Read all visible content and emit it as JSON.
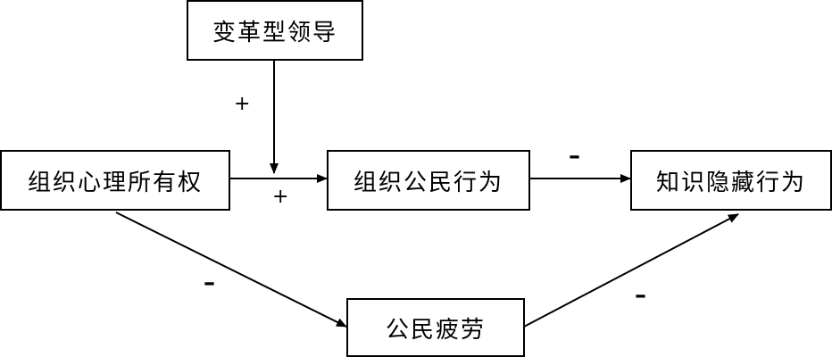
{
  "nodes": {
    "transformational_leadership": "变革型领导",
    "psychological_ownership": "组织心理所有权",
    "ocb": "组织公民行为",
    "knowledge_hiding": "知识隐藏行为",
    "citizenship_fatigue": "公民疲劳"
  },
  "edges": [
    {
      "from": "psychological_ownership",
      "to": "ocb",
      "sign": "+"
    },
    {
      "from": "transformational_leadership",
      "to": "psychological_ownership-ocb-path",
      "sign": "+"
    },
    {
      "from": "ocb",
      "to": "knowledge_hiding",
      "sign": "–"
    },
    {
      "from": "psychological_ownership",
      "to": "citizenship_fatigue",
      "sign": "–"
    },
    {
      "from": "citizenship_fatigue",
      "to": "knowledge_hiding",
      "sign": "–"
    }
  ],
  "colors": {
    "line": "#000000",
    "box_border": "#000000",
    "background": "#ffffff"
  }
}
